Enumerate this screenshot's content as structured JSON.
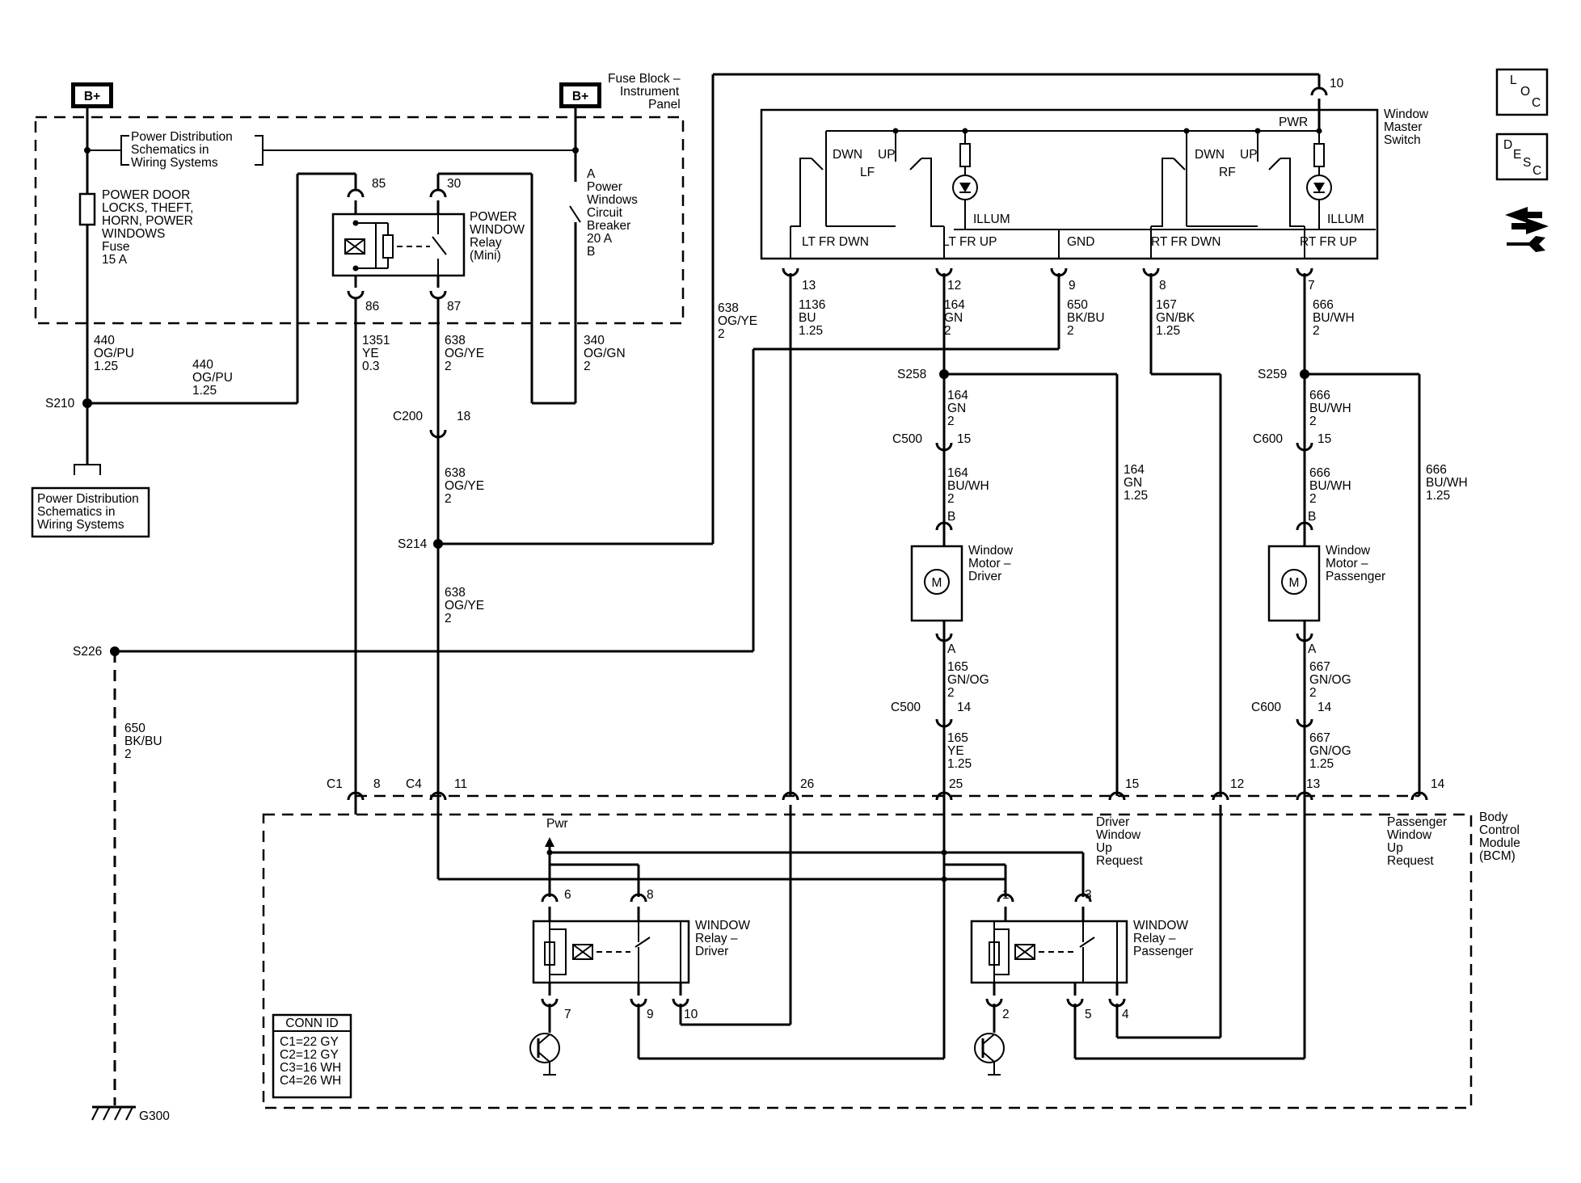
{
  "supply": {
    "bplus_1": "B+",
    "bplus_2": "B+"
  },
  "fuse_block": {
    "l1": "Fuse Block –",
    "l2": "Instrument",
    "l3": "Panel"
  },
  "power_dist_top": {
    "l1": "Power Distribution",
    "l2": "Schematics in",
    "l3": "Wiring  Systems"
  },
  "power_dist_bottom": {
    "l1": "Power Distribution",
    "l2": "Schematics in",
    "l3": "Wiring Systems"
  },
  "fuse": {
    "l1": "POWER DOOR",
    "l2": "LOCKS, THEFT,",
    "l3": "HORN, POWER",
    "l4": "WINDOWS",
    "l5": "Fuse",
    "l6": "15 A"
  },
  "pw_relay": {
    "l1": "POWER",
    "l2": "WINDOW",
    "l3": "Relay",
    "l4": "(Mini)",
    "p85": "85",
    "p30": "30",
    "p86": "86",
    "p87": "87"
  },
  "breaker": {
    "l0": "A",
    "l1": "Power",
    "l2": "Windows",
    "l3": "Circuit",
    "l4": "Breaker",
    "l5": "20 A",
    "l6": "B"
  },
  "wires": {
    "w440a": [
      "440",
      "OG/PU",
      "1.25"
    ],
    "w440b": [
      "440",
      "OG/PU",
      "1.25"
    ],
    "w1351": [
      "1351",
      "YE",
      "0.3"
    ],
    "w638a": [
      "638",
      "OG/YE",
      "2"
    ],
    "w340": [
      "340",
      "OG/GN",
      "2"
    ],
    "w638b": [
      "638",
      "OG/YE",
      "2"
    ],
    "w638c": [
      "638",
      "OG/YE",
      "2"
    ],
    "w638d": [
      "638",
      "OG/YE",
      "2"
    ],
    "w650a": [
      "650",
      "BK/BU",
      "2"
    ],
    "w1136": [
      "1136",
      "BU",
      "1.25"
    ],
    "w164a": [
      "164",
      "GN",
      "2"
    ],
    "w650b": [
      "650",
      "BK/BU",
      "2"
    ],
    "w167": [
      "167",
      "GN/BK",
      "1.25"
    ],
    "w666a": [
      "666",
      "BU/WH",
      "2"
    ],
    "w164b": [
      "164",
      "GN",
      "2"
    ],
    "w164c": [
      "164",
      "BU/WH",
      "2"
    ],
    "w164d": [
      "164",
      "GN",
      "1.25"
    ],
    "w165a": [
      "165",
      "GN/OG",
      "2"
    ],
    "w165b": [
      "165",
      "YE",
      "1.25"
    ],
    "w666b": [
      "666",
      "BU/WH",
      "2"
    ],
    "w666c": [
      "666",
      "BU/WH",
      "2"
    ],
    "w666d": [
      "666",
      "BU/WH",
      "1.25"
    ],
    "w667a": [
      "667",
      "GN/OG",
      "2"
    ],
    "w667b": [
      "667",
      "GN/OG",
      "1.25"
    ]
  },
  "splices": {
    "s210": "S210",
    "s214": "S214",
    "s226": "S226",
    "s258": "S258",
    "s259": "S259",
    "g300": "G300"
  },
  "connectors": {
    "c200": "C200",
    "c200_pin": "18",
    "c500a": "C500",
    "c500a_pin": "15",
    "c500b": "C500",
    "c500b_pin": "14",
    "c600a": "C600",
    "c600a_pin": "15",
    "c600b": "C600",
    "c600b_pin": "14",
    "c1": "C1",
    "c1_pin": "8",
    "c4": "C4",
    "c4_pin": "11",
    "pin10": "10"
  },
  "master_switch": {
    "title": [
      "Window",
      "Master",
      "Switch"
    ],
    "pwr": "PWR",
    "dwn_l": "DWN",
    "up_l": "UP",
    "lf": "LF",
    "dwn_r": "DWN",
    "up_r": "UP",
    "rf": "RF",
    "illum_l": "ILLUM",
    "illum_r": "ILLUM",
    "lt_fr_dwn": "LT FR DWN",
    "lt_fr_up": "LT FR UP",
    "gnd": "GND",
    "rt_fr_dwn": "RT FR DWN",
    "rt_fr_up": "RT FR UP",
    "pins": [
      "13",
      "12",
      "9",
      "8",
      "7"
    ]
  },
  "motors": {
    "driver": [
      "Window",
      "Motor –",
      "Driver"
    ],
    "passenger": [
      "Window",
      "Motor –",
      "Passenger"
    ],
    "symbol": "M",
    "pin_b": "B",
    "pin_a": "A"
  },
  "bcm": {
    "title": [
      "Body",
      "Control",
      "Module",
      "(BCM)"
    ],
    "pins": [
      "26",
      "25",
      "15",
      "12",
      "13",
      "14"
    ],
    "pwr": "Pwr",
    "driver_req": [
      "Driver",
      "Window",
      "Up",
      "Request"
    ],
    "pass_req": [
      "Passenger",
      "Window",
      "Up",
      "Request"
    ],
    "relay_driver": [
      "WINDOW",
      "Relay –",
      "Driver"
    ],
    "relay_pass": [
      "WINDOW",
      "Relay –",
      "Passenger"
    ],
    "relay_driver_pins": [
      "6",
      "8",
      "7",
      "9",
      "10"
    ],
    "relay_pass_pins": [
      "1",
      "3",
      "2",
      "5",
      "4"
    ]
  },
  "conn_id": {
    "title": "CONN ID",
    "rows": [
      "C1=22 GY",
      "C2=12 GY",
      "C3=16 WH",
      "C4=26 WH"
    ]
  },
  "side_icons": {
    "loc": [
      "L",
      "O",
      "C"
    ],
    "desc": [
      "D",
      "E",
      "S",
      "C"
    ],
    "icons": [
      "arrows-icon",
      "wrench-icon"
    ]
  }
}
